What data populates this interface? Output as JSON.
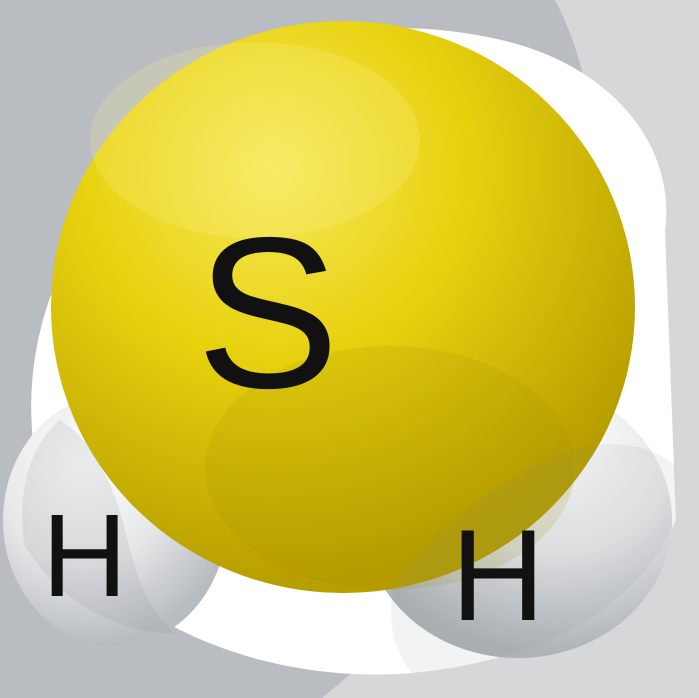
{
  "molecule": {
    "central_atom": {
      "symbol": "S",
      "color": "#e8d20f"
    },
    "left_atom": {
      "symbol": "H",
      "color": "#e6e7e8"
    },
    "right_atom": {
      "symbol": "H",
      "color": "#e6e7e8"
    }
  },
  "frame": {
    "ring_color": "#ffffff",
    "backdrop_dark": "#b9bcc0",
    "backdrop_light": "#d6d7d9"
  },
  "icons": {
    "molecule_visual": "space-filling-model"
  }
}
